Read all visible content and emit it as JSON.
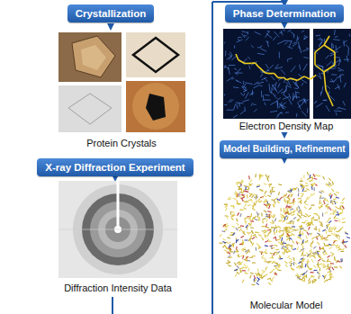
{
  "diagram": {
    "nodes": [
      {
        "text": [
          "Crystallization"
        ]
      },
      {
        "text": [
          "X-ray Diffraction Experiment"
        ]
      },
      {
        "text": [
          "Phase Determination"
        ]
      },
      {
        "text": [
          "Model Building, Refinement"
        ]
      }
    ],
    "labels": [
      "Protein Crystals",
      "Diffraction Intensity Data",
      "Electron Density Map",
      "Molecular Model"
    ]
  }
}
